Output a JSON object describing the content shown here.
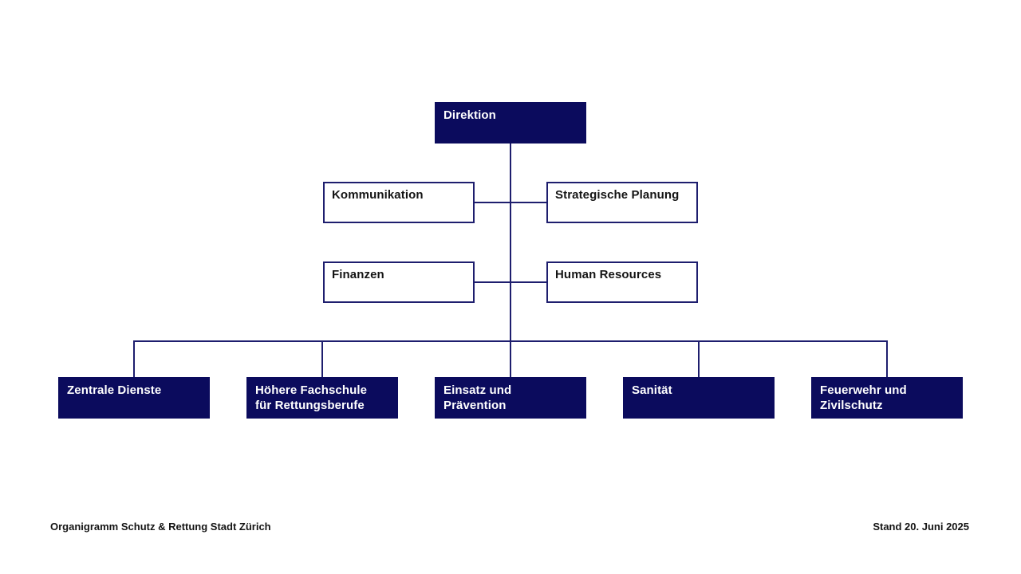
{
  "colors": {
    "navy_fill": "#0b0b5d",
    "line": "#1e1e6e",
    "text_dark": "#141414",
    "text_light": "#ffffff",
    "background": "#ffffff"
  },
  "org_chart": {
    "root": {
      "label": "Direktion"
    },
    "staff_units": [
      {
        "label": "Kommunikation"
      },
      {
        "label": "Strategische Planung"
      },
      {
        "label": "Finanzen"
      },
      {
        "label": "Human Resources"
      }
    ],
    "departments": [
      {
        "label": "Zentrale Dienste"
      },
      {
        "label": "Höhere Fachschule\nfür Rettungsberufe"
      },
      {
        "label": "Einsatz und Prävention"
      },
      {
        "label": "Sanität"
      },
      {
        "label": "Feuerwehr und\nZivilschutz"
      }
    ]
  },
  "footer": {
    "left": "Organigramm Schutz & Rettung Stadt Zürich",
    "right": "Stand 20. Juni 2025"
  }
}
